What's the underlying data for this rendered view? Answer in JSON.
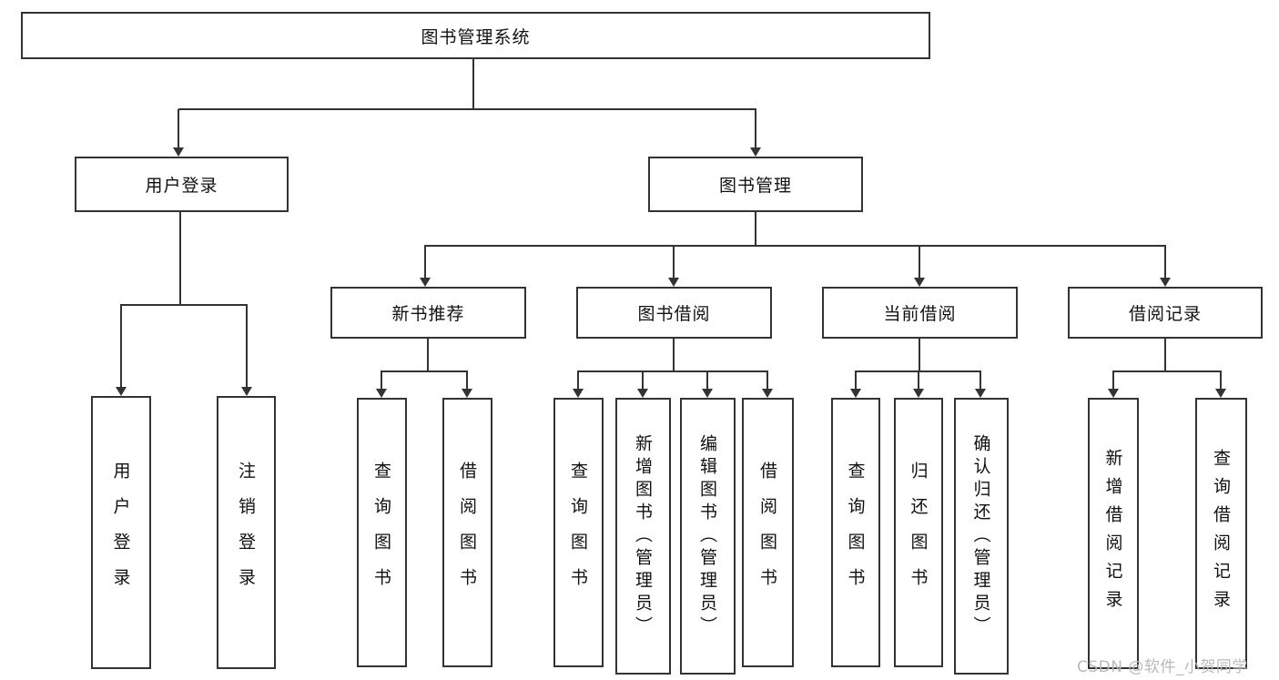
{
  "nodes": {
    "root": "图书管理系统",
    "userLogin": "用户登录",
    "bookMgmt": "图书管理",
    "loginChildren": [
      "用户登录",
      "注销登录"
    ],
    "newBooks": "新书推荐",
    "newBooksChildren": [
      "查询图书",
      "借阅图书"
    ],
    "borrow": "图书借阅",
    "borrowChildren": [
      "查询图书",
      "新增图书（管理员）",
      "编辑图书（管理员）",
      "借阅图书"
    ],
    "current": "当前借阅",
    "currentChildren": [
      "查询图书",
      "归还图书",
      "确认归还（管理员）"
    ],
    "records": "借阅记录",
    "recordsChildren": [
      "新增借阅记录",
      "查询借阅记录"
    ]
  },
  "watermark": "CSDN @软件_小贺同学"
}
